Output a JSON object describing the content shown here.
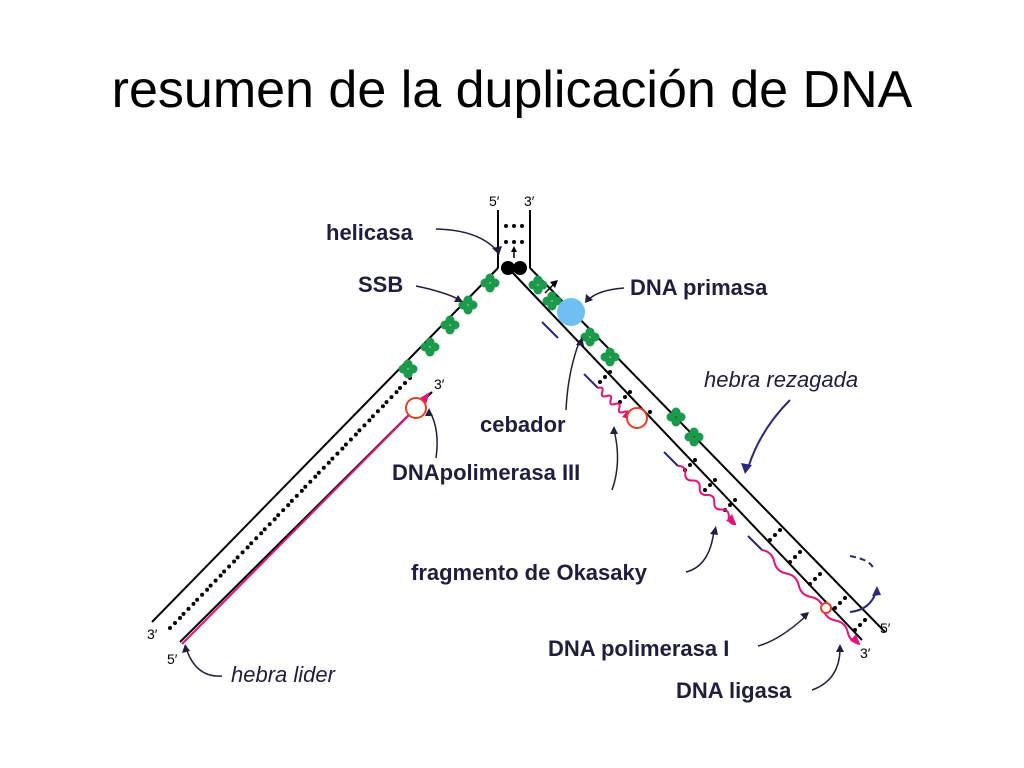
{
  "title": "resumen de la duplicación de DNA",
  "labels": {
    "helicase": "helicasa",
    "ssb": "SSB",
    "primase": "DNA primasa",
    "lagging": "hebra rezagada",
    "primer": "cebador",
    "pol3": "DNApolimerasa III",
    "okazaki": "fragmento de Okasaky",
    "pol1": "DNA polimerasa I",
    "ligase": "DNA ligasa",
    "leading": "hebra lider"
  },
  "strand_ends": {
    "top_left": "5′",
    "top_right": "3′",
    "leading_new": "3′",
    "left_bottom_outer": "3′",
    "left_bottom_inner": "5′",
    "right_bottom_outer": "5′",
    "right_bottom_inner": "3′"
  },
  "colors": {
    "ssb": "#1a9a4a",
    "new_strand": "#e0147a",
    "primase": "#6fc0f0",
    "polymerase": "#e0402a",
    "arrow": "#1f1f5e"
  }
}
